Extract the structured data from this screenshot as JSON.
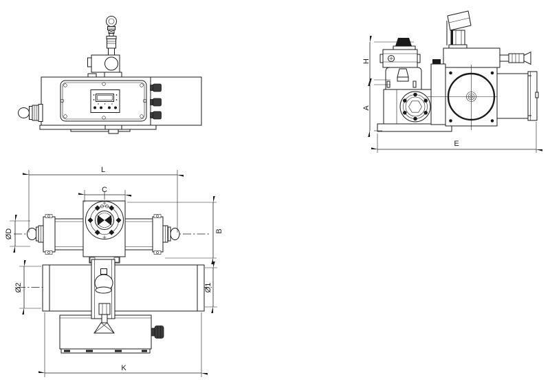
{
  "page": {
    "background": "#ffffff",
    "line_color": "#1a1a1a"
  },
  "dim_labels": {
    "L": "L",
    "C": "C",
    "B": "B",
    "OD": "ØD",
    "O2": "Ø2",
    "O1": "Ø1",
    "K": "K",
    "H": "H",
    "A": "A",
    "E": "E"
  }
}
